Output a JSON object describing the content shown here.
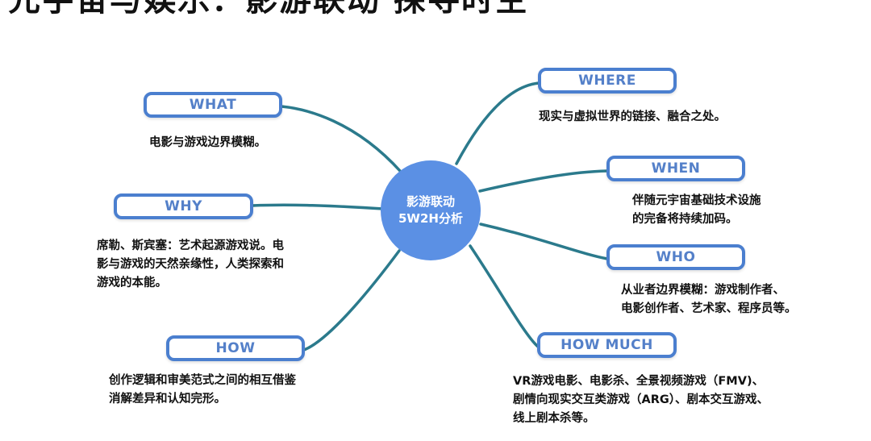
{
  "title": "元宇宙与娱乐：影游联动 探寻时空",
  "center": {
    "line1": "影游联动",
    "line2": "5W2H分析"
  },
  "colors": {
    "branch": "#2b7a8c",
    "node_border": "#4b7fcf",
    "center_fill": "#5b90e4"
  },
  "nodes": {
    "what": {
      "label": "WHAT",
      "desc": [
        "电影与游戏边界模糊。"
      ]
    },
    "why": {
      "label": "WHY",
      "desc": [
        "席勒、斯宾塞：艺术起源游戏说。电",
        "影与游戏的天然亲缘性，人类探索和",
        "游戏的本能。"
      ]
    },
    "how": {
      "label": "HOW",
      "desc": [
        "创作逻辑和审美范式之间的相互借鉴",
        "消解差异和认知完形。"
      ]
    },
    "where": {
      "label": "WHERE",
      "desc": [
        "现实与虚拟世界的链接、融合之处。"
      ]
    },
    "when": {
      "label": "WHEN",
      "desc": [
        "伴随元宇宙基础技术设施",
        "的完备将持续加码。"
      ]
    },
    "who": {
      "label": "WHO",
      "desc": [
        "从业者边界模糊：游戏制作者、",
        "电影创作者、艺术家、程序员等。"
      ]
    },
    "how_much": {
      "label": "HOW MUCH",
      "desc": [
        "VR游戏电影、电影杀、全景视频游戏（FMV)、",
        "剧情向现实交互类游戏（ARG）、剧本交互游戏、",
        "线上剧本杀等。"
      ]
    }
  }
}
